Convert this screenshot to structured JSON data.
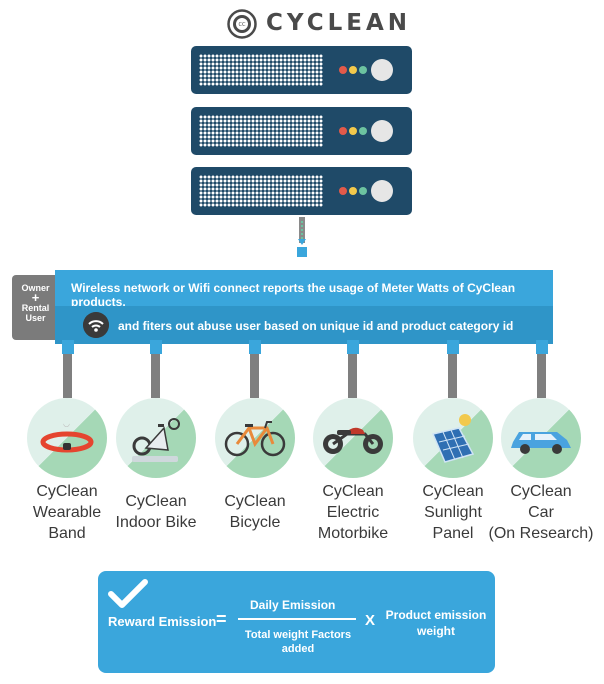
{
  "brand": "CYCLEAN",
  "owner_box": {
    "line1": "Owner",
    "plus": "+",
    "line2": "Rental",
    "line3": "User"
  },
  "banner": {
    "line1": "Wireless network or Wifi connect reports the usage of Meter Watts of CyClean products,",
    "line2": "and fiters out abuse user based on unique id and product category id"
  },
  "products": [
    {
      "icon": "wearable-band-icon",
      "lines": [
        "CyClean",
        "Wearable",
        "Band"
      ]
    },
    {
      "icon": "indoor-bike-icon",
      "lines": [
        "CyClean",
        "Indoor Bike"
      ]
    },
    {
      "icon": "bicycle-icon",
      "lines": [
        "CyClean",
        "Bicycle"
      ]
    },
    {
      "icon": "motorbike-icon",
      "lines": [
        "CyClean",
        "Electric",
        "Motorbike"
      ]
    },
    {
      "icon": "solar-panel-icon",
      "lines": [
        "CyClean",
        "Sunlight",
        "Panel"
      ]
    },
    {
      "icon": "car-icon",
      "lines": [
        "CyClean",
        "Car",
        "(On Research)"
      ]
    }
  ],
  "formula": {
    "lhs": "Reward Emission",
    "equals": "=",
    "numerator": "Daily Emission",
    "denominator_line1": "Total weight Factors",
    "denominator_line2": "added",
    "times": "X",
    "rhs_line1": "Product emission",
    "rhs_line2": "weight"
  },
  "colors": {
    "server": "#1f4a68",
    "banner_light": "#3aa6dc",
    "banner_dark": "#2f95c8",
    "owner_box": "#7b7b7b",
    "circle_light": "#dff0ea",
    "circle_green": "#a5d8b6",
    "led_red": "#e25a4a",
    "led_yellow": "#f2c94c",
    "led_green": "#6cc3a0"
  }
}
